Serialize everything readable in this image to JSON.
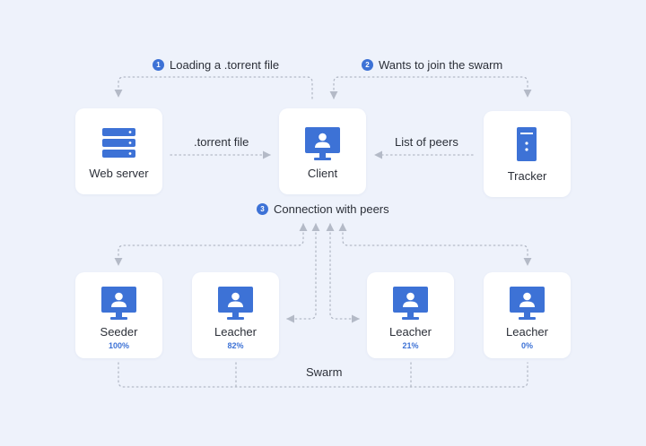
{
  "steps": [
    {
      "number": "1",
      "text": "Loading a .torrent file"
    },
    {
      "number": "2",
      "text": "Wants to join the swarm"
    },
    {
      "number": "3",
      "text": "Connection with peers"
    }
  ],
  "nodes": {
    "web_server": {
      "label": "Web server"
    },
    "client": {
      "label": "Client"
    },
    "tracker": {
      "label": "Tracker"
    }
  },
  "edges": {
    "torrent_file": ".torrent file",
    "list_of_peers": "List of peers"
  },
  "peers": [
    {
      "label": "Seeder",
      "percent": "100%"
    },
    {
      "label": "Leacher",
      "percent": "82%"
    },
    {
      "label": "Leacher",
      "percent": "21%"
    },
    {
      "label": "Leacher",
      "percent": "0%"
    }
  ],
  "swarm_label": "Swarm",
  "colors": {
    "accent": "#3d72d6",
    "connector": "#b4bac7",
    "background": "#eef2fb"
  }
}
